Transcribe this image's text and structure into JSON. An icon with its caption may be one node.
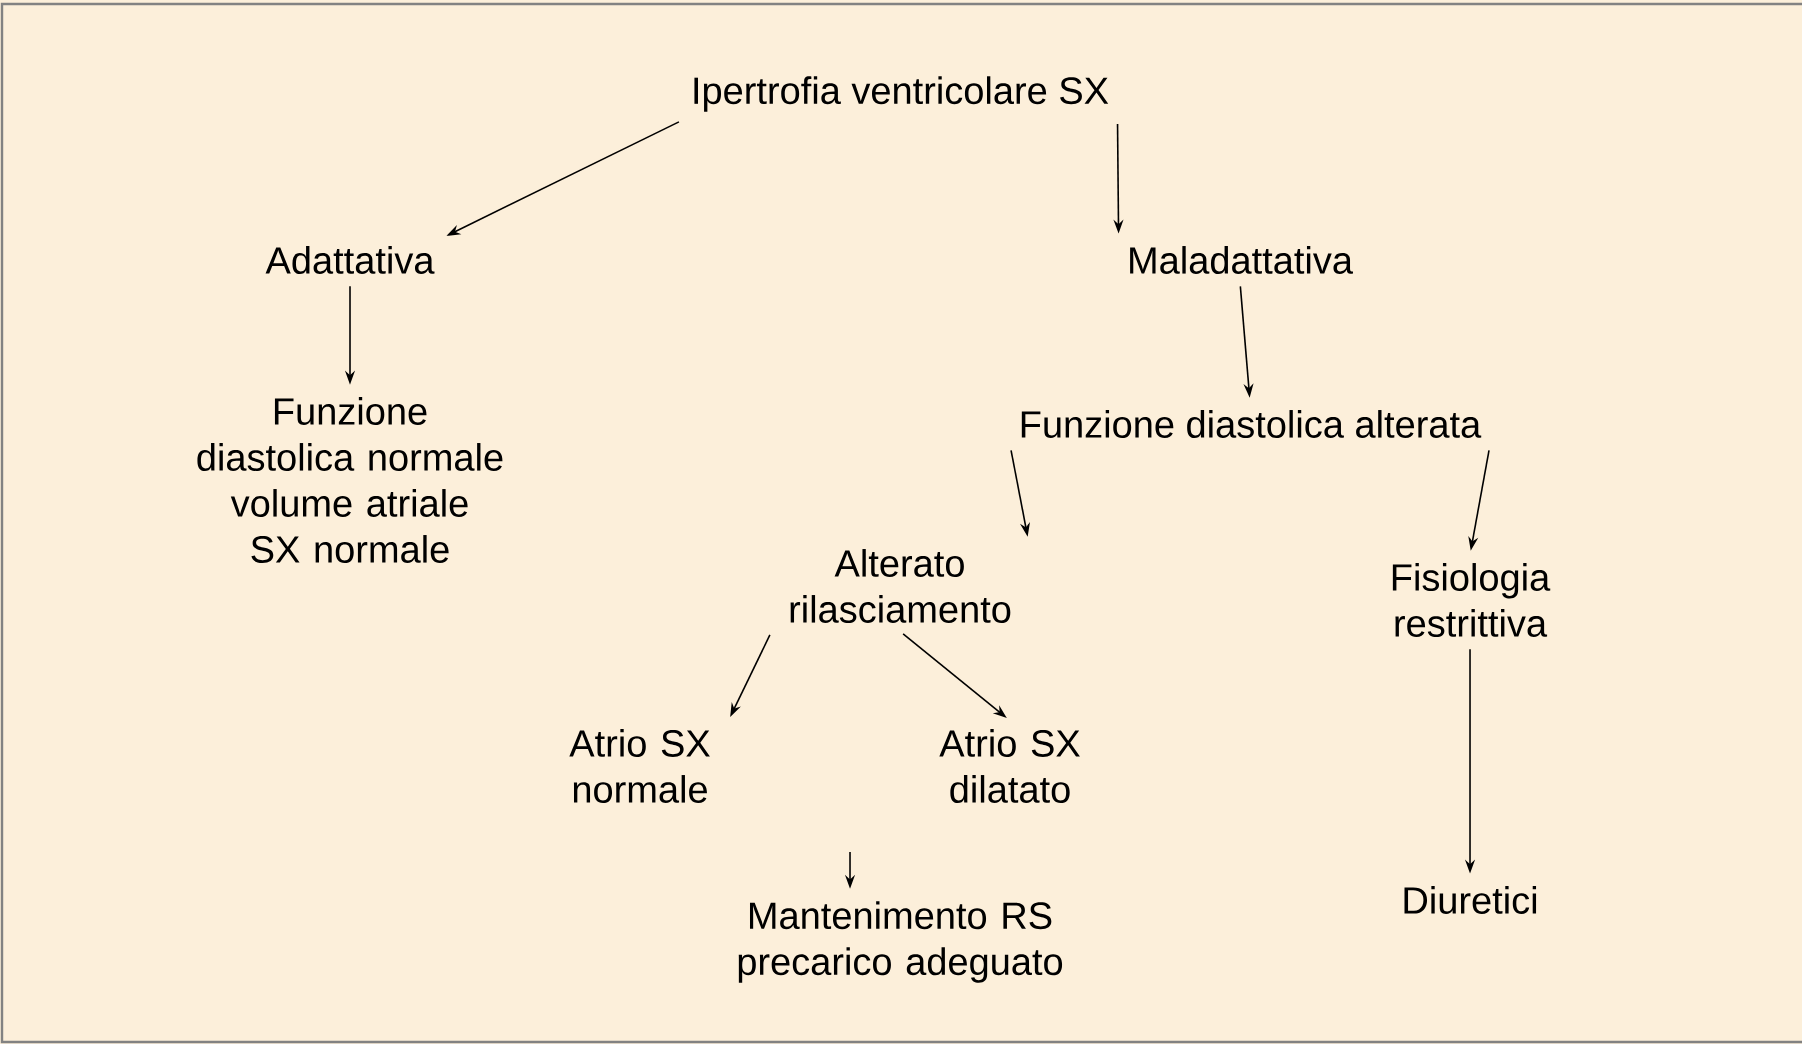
{
  "diagram": {
    "nodes": [
      {
        "text": [
          "Ipertrofia ventricolare SX"
        ]
      },
      {
        "text": [
          "Adattativa"
        ]
      },
      {
        "text": [
          "Maladattativa"
        ]
      },
      {
        "text": [
          "Funzione diastolica normale volume atriale SX normale"
        ]
      },
      {
        "text": [
          "Funzione diastolica alterata"
        ]
      },
      {
        "text": [
          "Alterato rilasciamento"
        ]
      },
      {
        "text": [
          "Fisiologia restrittiva"
        ]
      },
      {
        "text": [
          "Atrio SX normale"
        ]
      },
      {
        "text": [
          "Atrio SX dilatato"
        ]
      },
      {
        "text": [
          "Mantenimento RS precarico adeguato"
        ]
      },
      {
        "text": [
          "Diuretici"
        ]
      }
    ],
    "edges": [
      {
        "from": 0,
        "to": 1,
        "arrow": "to"
      },
      {
        "from": 0,
        "to": 2,
        "arrow": "to"
      },
      {
        "from": 1,
        "to": 3,
        "arrow": "to"
      },
      {
        "from": 2,
        "to": 4,
        "arrow": "to"
      },
      {
        "from": 4,
        "to": 5,
        "arrow": "to"
      },
      {
        "from": 4,
        "to": 6,
        "arrow": "to"
      },
      {
        "from": 5,
        "to": 7,
        "arrow": "to"
      },
      {
        "from": 5,
        "to": 8,
        "arrow": "to"
      },
      {
        "from": null,
        "to": 9,
        "arrow": "to"
      },
      {
        "from": 6,
        "to": 10,
        "arrow": "to"
      }
    ]
  }
}
